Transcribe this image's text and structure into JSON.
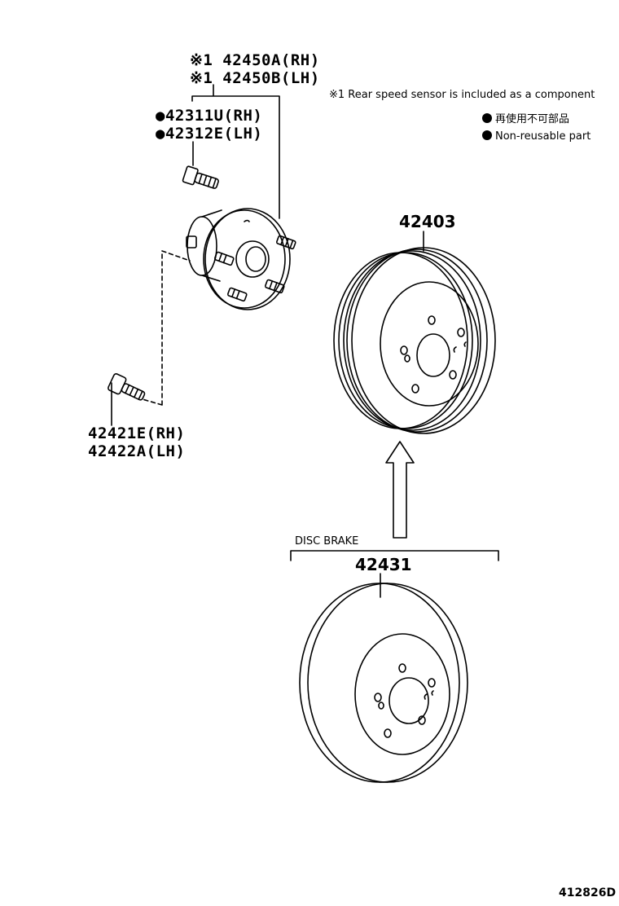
{
  "hub": {
    "part_rh": "※1 42450A(RH)",
    "part_lh": "※1 42450B(LH)"
  },
  "hub_bolt": {
    "part_rh": "●42311U(RH)",
    "part_lh": "●42312E(LH)"
  },
  "hub_screw": {
    "part_rh": "42421E(RH)",
    "part_lh": "42422A(LH)"
  },
  "notes": {
    "sensor_note": "※1 Rear speed sensor is included as a component",
    "non_reusable_jp": "再使用不可部品",
    "non_reusable_en": "Non-reusable part"
  },
  "drum": {
    "part": "42403"
  },
  "disc": {
    "group_label": "DISC BRAKE",
    "part": "42431"
  },
  "figure_id": "412826D"
}
